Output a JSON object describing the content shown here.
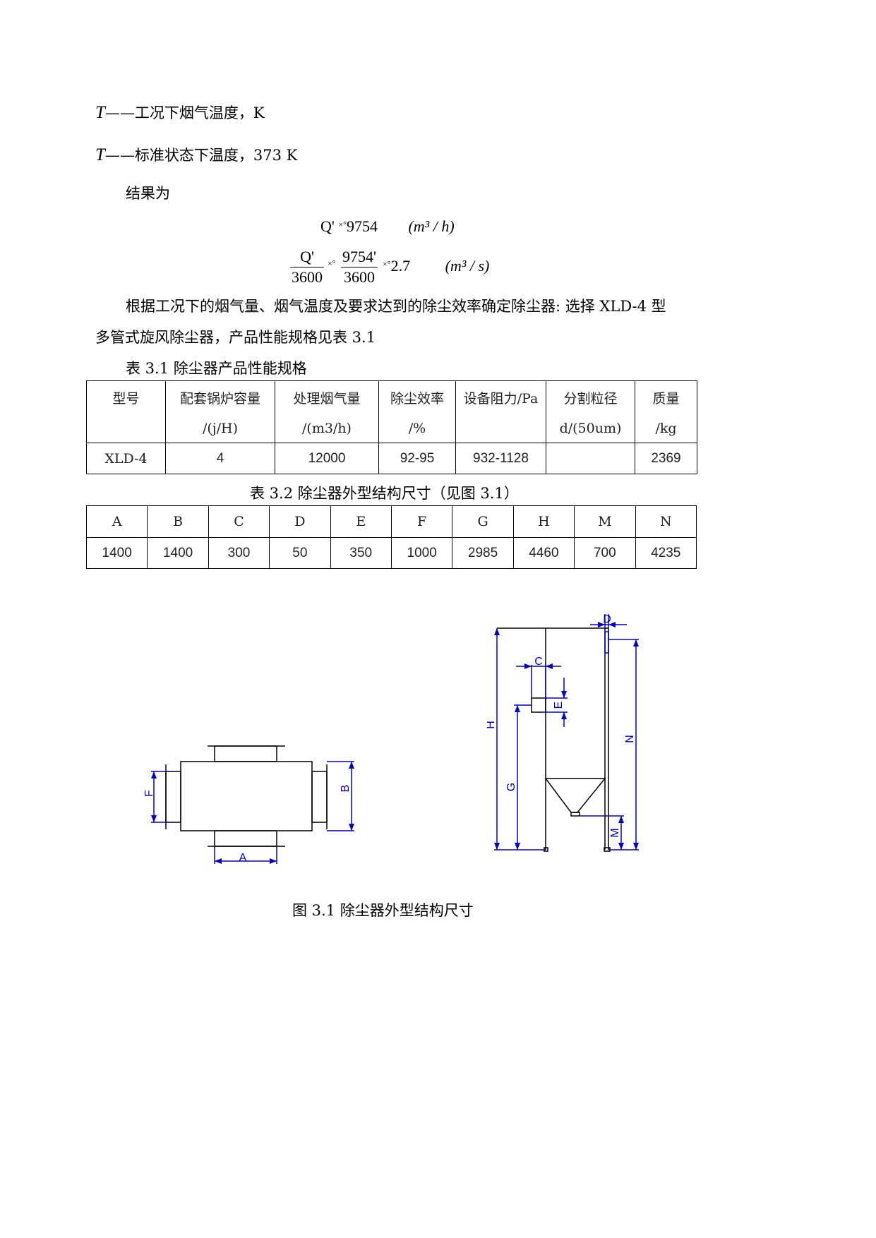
{
  "defs": [
    {
      "symbol": "T",
      "text": "——工况下烟气温度，K"
    },
    {
      "symbol": "T",
      "text": "——标准状态下温度，373 K"
    }
  ],
  "result_label": "结果为",
  "formula1": {
    "lhs": "Q'",
    "op": "×°",
    "value": "9754",
    "unit": "(m³ / h)"
  },
  "formula2": {
    "frac1_num": "Q'",
    "frac1_den": "3600",
    "op1": "×°",
    "frac2_num": "9754'",
    "frac2_den": "3600",
    "op2": "×°",
    "value": "2.7",
    "unit": "(m³ / s)"
  },
  "paragraph": {
    "line1": "根据工况下的烟气量、烟气温度及要求达到的除尘效率确定除尘器: 选择 XLD-4 型",
    "line2": "多管式旋风除尘器，产品性能规格见表 3.1"
  },
  "table1": {
    "caption": "表 3.1 除尘器产品性能规格",
    "headers": [
      [
        "型号",
        ""
      ],
      [
        "配套锅炉容量",
        "/(j/H)"
      ],
      [
        "处理烟气量",
        "/(m3/h)"
      ],
      [
        "除尘效率",
        "/%"
      ],
      [
        "设备阻力/Pa",
        ""
      ],
      [
        "分割粒径",
        "d/(50um)"
      ],
      [
        "质量",
        "/kg"
      ]
    ],
    "row": [
      "XLD-4",
      "4",
      "12000",
      "92-95",
      "932-1128",
      "",
      "2369"
    ]
  },
  "table2": {
    "caption": "表 3.2  除尘器外型结构尺寸（见图 3.1）",
    "headers": [
      "A",
      "B",
      "C",
      "D",
      "E",
      "F",
      "G",
      "H",
      "M",
      "N"
    ],
    "row": [
      "1400",
      "1400",
      "300",
      "50",
      "350",
      "1000",
      "2985",
      "4460",
      "700",
      "4235"
    ]
  },
  "figure": {
    "caption": "图 3.1   除尘器外型结构尺寸",
    "labels": {
      "A": "A",
      "B": "B",
      "F": "F",
      "C": "C",
      "D": "D",
      "E": "E",
      "G": "G",
      "H": "H",
      "M": "M",
      "N": "N"
    },
    "dim_color": "#0000cc"
  }
}
